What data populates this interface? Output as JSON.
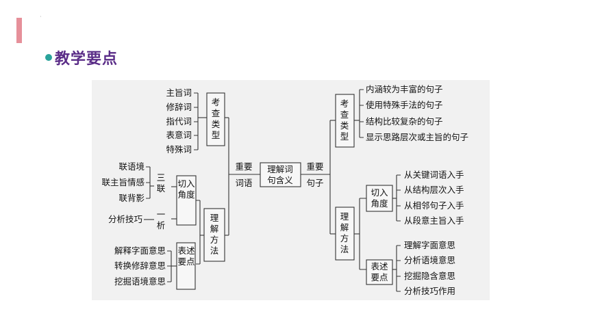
{
  "heading": {
    "title": "教学要点"
  },
  "center": {
    "lines": [
      "理解词",
      "句含义"
    ]
  },
  "left": {
    "branch_label": [
      "重要",
      "词语"
    ],
    "kaocha": {
      "label": [
        "考",
        "查",
        "类",
        "型"
      ],
      "items": [
        "主旨词",
        "修辞词",
        "指代词",
        "表意词",
        "特殊词"
      ]
    },
    "lijie": {
      "label": [
        "理",
        "解",
        "方",
        "法"
      ]
    },
    "qieru": {
      "label": [
        "切入",
        "角度"
      ]
    },
    "sanlian": [
      "三",
      "联"
    ],
    "lianjing": [
      "联语境",
      "联主旨情感",
      "联背影"
    ],
    "yixi": [
      "一",
      "析"
    ],
    "fenxi": "分析技巧",
    "biaoshu": {
      "label": [
        "表述",
        "要点"
      ],
      "items": [
        "解释字面意思",
        "转换修辞意思",
        "挖掘语境意思"
      ]
    }
  },
  "right": {
    "branch_label": [
      "重要",
      "句子"
    ],
    "kaocha": {
      "label": [
        "考",
        "查",
        "类",
        "型"
      ],
      "items": [
        "内涵较为丰富的句子",
        "使用特殊手法的句子",
        "结构比较复杂的句子",
        "显示思路层次或主旨的句子"
      ]
    },
    "lijie": {
      "label": [
        "理",
        "解",
        "方",
        "法"
      ]
    },
    "qieru": {
      "label": [
        "切入",
        "角度"
      ],
      "items": [
        "从关键词语入手",
        "从结构层次入手",
        "从相邻句子入手",
        "从段意主旨入手"
      ]
    },
    "biaoshu": {
      "label": [
        "表述",
        "要点"
      ],
      "items": [
        "理解字面意思",
        "分析语境意思",
        "挖掘隐含意思",
        "分析技巧作用"
      ]
    }
  }
}
